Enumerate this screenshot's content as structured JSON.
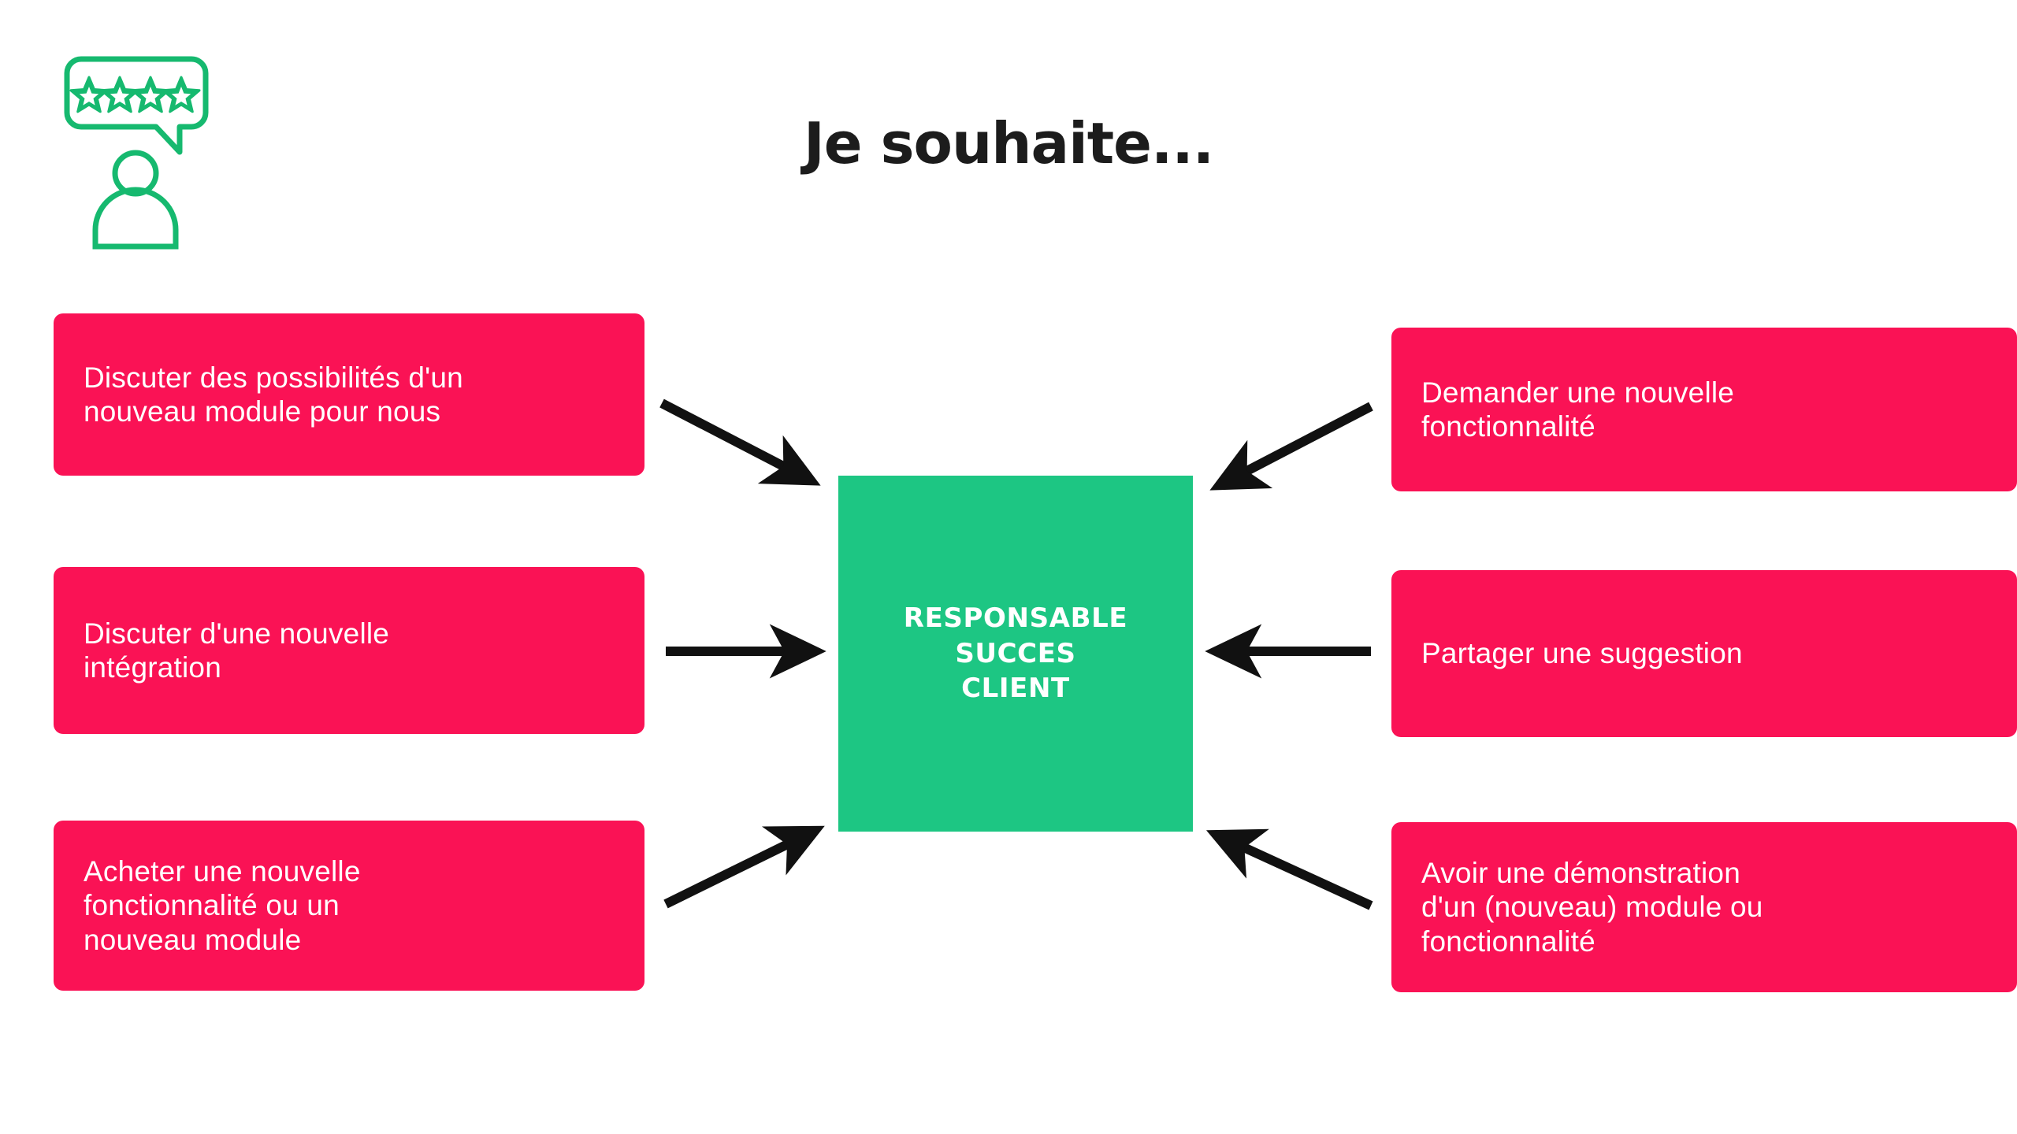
{
  "page": {
    "title": "Je souhaite...",
    "background_color": "#FFFFFF"
  },
  "colors": {
    "box_pink": "#FA1255",
    "hub_green": "#1DC683",
    "icon_green": "#16B96F",
    "arrow_black": "#111111",
    "text_white": "#FFFFFF",
    "title_black": "#1C1C1C"
  },
  "icon": {
    "name": "customer-rating-icon",
    "stars_count": 4,
    "description": "four-star review speech bubble above a person outline"
  },
  "hub": {
    "label": "RESPONSABLE\nSUCCES\nCLIENT",
    "line1": "RESPONSABLE",
    "line2": "SUCCES",
    "line3": "CLIENT"
  },
  "left_column": [
    {
      "id": "left-1",
      "text": "Discuter des possibilités d'un\nnouveau module pour nous",
      "arrow_direction": "down-right"
    },
    {
      "id": "left-2",
      "text": "Discuter d'une nouvelle\nintégration",
      "arrow_direction": "right"
    },
    {
      "id": "left-3",
      "text": "Acheter une nouvelle\nfonctionnalité ou un\nnouveau module",
      "arrow_direction": "up-right"
    }
  ],
  "right_column": [
    {
      "id": "right-1",
      "text": "Demander une nouvelle\nfonctionnalité",
      "arrow_direction": "down-left"
    },
    {
      "id": "right-2",
      "text": "Partager une suggestion",
      "arrow_direction": "left"
    },
    {
      "id": "right-3",
      "text": "Avoir une démonstration\nd'un (nouveau) module ou\nfonctionnalité",
      "arrow_direction": "up-left"
    }
  ]
}
